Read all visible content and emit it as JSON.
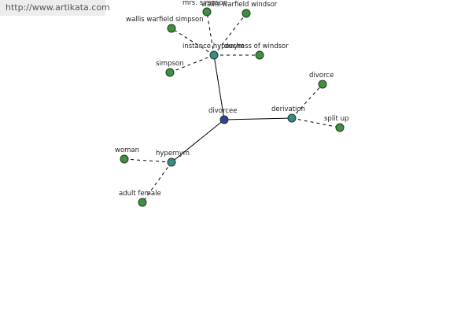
{
  "banner": {
    "url_text": "http://www.artikata.com"
  },
  "colors": {
    "root": "#3a3f96",
    "relation": "#3a8a8a",
    "leaf": "#3f8f3f",
    "edge": "#000000"
  },
  "graph": {
    "root": {
      "id": "divorcee",
      "label": "divorcee"
    },
    "relations": [
      {
        "id": "instance-hyponym",
        "label": "instance hyponym"
      },
      {
        "id": "derivation",
        "label": "derivation"
      },
      {
        "id": "hypernym",
        "label": "hypernym"
      }
    ],
    "leaves": [
      {
        "id": "mrs-simpson",
        "label": "mrs. simpson",
        "parent": "instance-hyponym"
      },
      {
        "id": "wallis-warfield-windsor",
        "label": "wallis warfield windsor",
        "parent": "instance-hyponym"
      },
      {
        "id": "wallis-warfield-simpson",
        "label": "wallis warfield simpson",
        "parent": "instance-hyponym"
      },
      {
        "id": "duchess-of-windsor",
        "label": "duchess of windsor",
        "parent": "instance-hyponym"
      },
      {
        "id": "simpson",
        "label": "simpson",
        "parent": "instance-hyponym"
      },
      {
        "id": "divorce",
        "label": "divorce",
        "parent": "derivation"
      },
      {
        "id": "split-up",
        "label": "split up",
        "parent": "derivation"
      },
      {
        "id": "woman",
        "label": "woman",
        "parent": "hypernym"
      },
      {
        "id": "adult-female",
        "label": "adult female",
        "parent": "hypernym"
      }
    ]
  }
}
